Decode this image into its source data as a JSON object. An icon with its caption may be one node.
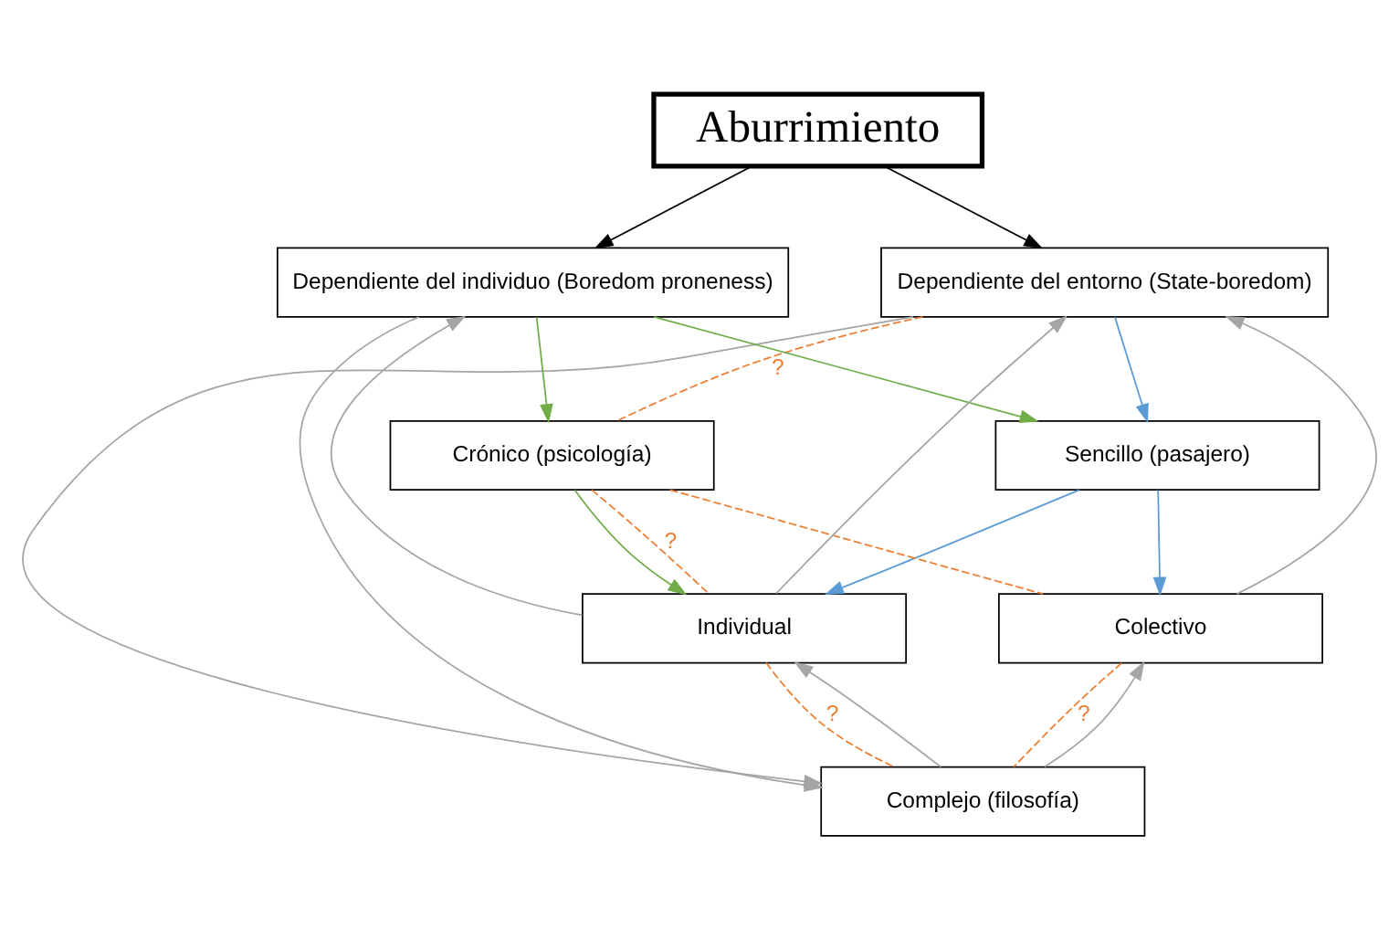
{
  "diagram": {
    "nodes": [
      {
        "text": [
          "Aburrimiento"
        ]
      },
      {
        "text": [
          "Dependiente del entorno (State-boredom)"
        ]
      },
      {
        "text": [
          "Dependiente del individuo (Boredom proneness)"
        ]
      },
      {
        "text": [
          "Sencillo (pasajero)"
        ]
      },
      {
        "text": [
          "Crónico (psicología)"
        ]
      },
      {
        "text": [
          "Individual"
        ]
      },
      {
        "text": [
          "Colectivo"
        ]
      },
      {
        "text": [
          "Complejo (filosofía)"
        ]
      }
    ],
    "edges": [
      {
        "from": 0,
        "to": 1,
        "arrow": "to",
        "color": "#000000"
      },
      {
        "from": 0,
        "to": 2,
        "arrow": "to",
        "color": "#000000"
      },
      {
        "from": 1,
        "to": 3,
        "arrow": "to",
        "color": "#5b9bd5"
      },
      {
        "from": 2,
        "to": 4,
        "arrow": "to",
        "color": "#70ad47"
      },
      {
        "from": 2,
        "to": 3,
        "arrow": "to",
        "color": "#70ad47"
      },
      {
        "from": 1,
        "to": 4,
        "arrow": "none",
        "style": "dashed",
        "color": "#ed7d31",
        "label": "?"
      },
      {
        "from": 5,
        "to": 1,
        "arrow": "to"
      },
      {
        "from": 6,
        "to": 1,
        "arrow": "to"
      },
      {
        "from": 5,
        "to": 2,
        "arrow": "to"
      },
      {
        "from": 3,
        "to": 5,
        "arrow": "to",
        "color": "#5b9bd5"
      },
      {
        "from": 3,
        "to": 6,
        "arrow": "to",
        "color": "#5b9bd5"
      },
      {
        "from": 4,
        "to": 5,
        "arrow": "to",
        "color": "#70ad47"
      },
      {
        "from": 4,
        "to": 5,
        "arrow": "none",
        "style": "dashed",
        "color": "#ed7d31",
        "label": "?"
      },
      {
        "from": 4,
        "to": 6,
        "arrow": "none",
        "style": "dashed",
        "color": "#ed7d31"
      },
      {
        "from": 5,
        "to": 7,
        "arrow": "none",
        "style": "dashed",
        "color": "#ed7d31",
        "label": "?"
      },
      {
        "from": 6,
        "to": 7,
        "arrow": "none",
        "style": "dashed",
        "color": "#ed7d31",
        "label": "?"
      },
      {
        "from": 7,
        "to": 5,
        "arrow": "to"
      },
      {
        "from": 7,
        "to": 6,
        "arrow": "to"
      },
      {
        "from": 1,
        "to": 7,
        "arrow": "to"
      },
      {
        "from": 2,
        "to": 7,
        "arrow": "to"
      }
    ]
  }
}
